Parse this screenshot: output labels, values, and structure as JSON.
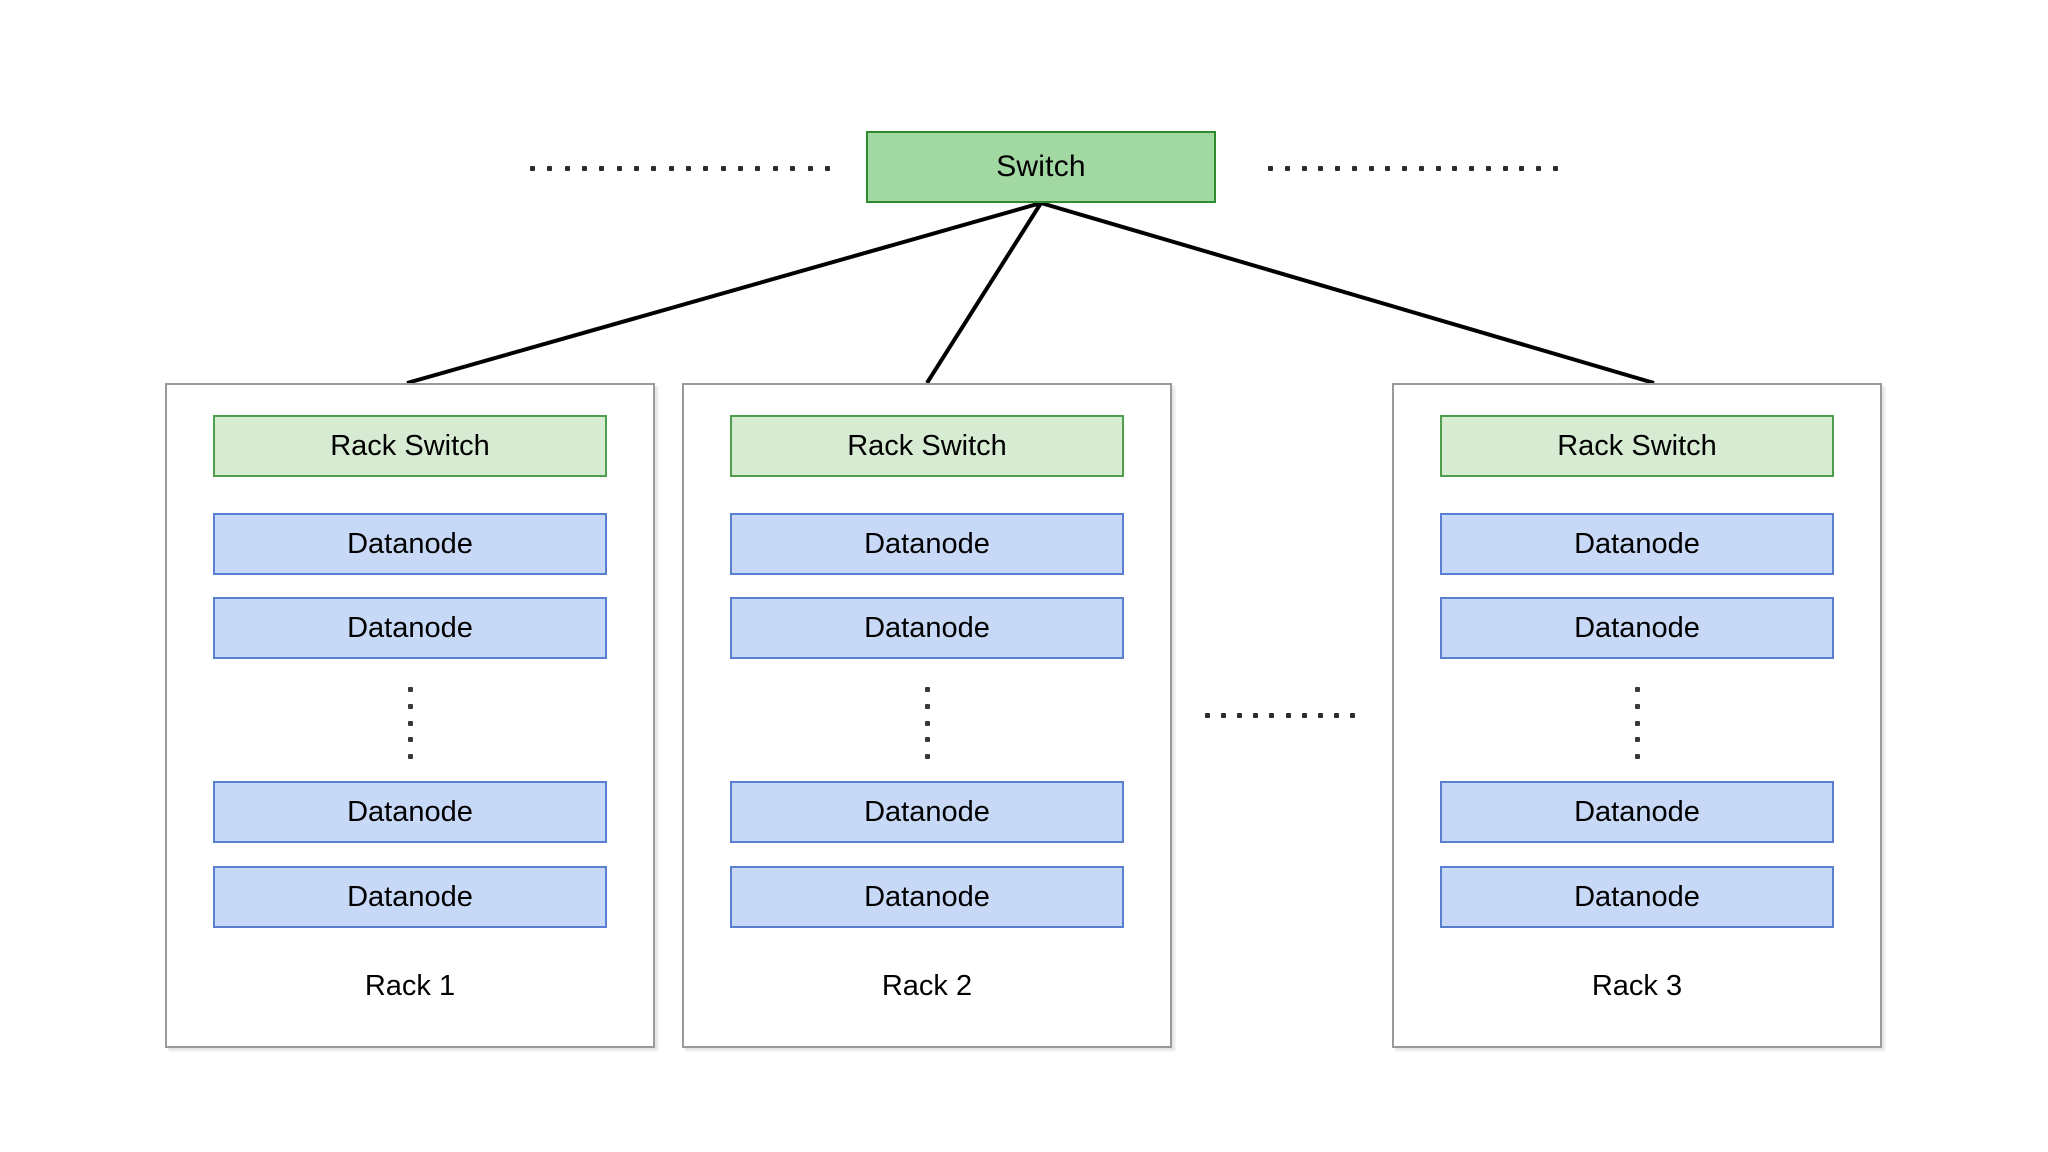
{
  "diagram": {
    "title_node": {
      "label": "Switch",
      "name": "switch"
    },
    "colors": {
      "switch_fill": "#A2D8A2",
      "switch_border": "#2E8B2E",
      "rack_switch_fill": "#D6EBD2",
      "rack_switch_border": "#4E9E4E",
      "datanode_fill": "#C8D8F7",
      "datanode_border": "#5B7FD0",
      "rack_border": "#9A9A9A",
      "edge_line": "#000000",
      "dot_color": "#2B2B2B",
      "background": "#FFFFFF"
    },
    "racks": [
      {
        "label": "Rack 1",
        "switch_label": "Rack Switch",
        "nodes": [
          {
            "label": "Datanode"
          },
          {
            "label": "Datanode"
          },
          {
            "label": "Datanode"
          },
          {
            "label": "Datanode"
          }
        ],
        "ellipsis_dots": 5
      },
      {
        "label": "Rack 2",
        "switch_label": "Rack Switch",
        "nodes": [
          {
            "label": "Datanode"
          },
          {
            "label": "Datanode"
          },
          {
            "label": "Datanode"
          },
          {
            "label": "Datanode"
          }
        ],
        "ellipsis_dots": 5
      },
      {
        "label": "Rack 3",
        "switch_label": "Rack Switch",
        "nodes": [
          {
            "label": "Datanode"
          },
          {
            "label": "Datanode"
          },
          {
            "label": "Datanode"
          },
          {
            "label": "Datanode"
          }
        ],
        "ellipsis_dots": 5
      }
    ],
    "dotted_connectors": {
      "left_dots": 18,
      "right_dots": 18,
      "middle_dots": 10
    },
    "edges": [
      {
        "from": "switch",
        "to": "rack-1"
      },
      {
        "from": "switch",
        "to": "rack-2"
      },
      {
        "from": "switch",
        "to": "rack-3"
      }
    ]
  }
}
